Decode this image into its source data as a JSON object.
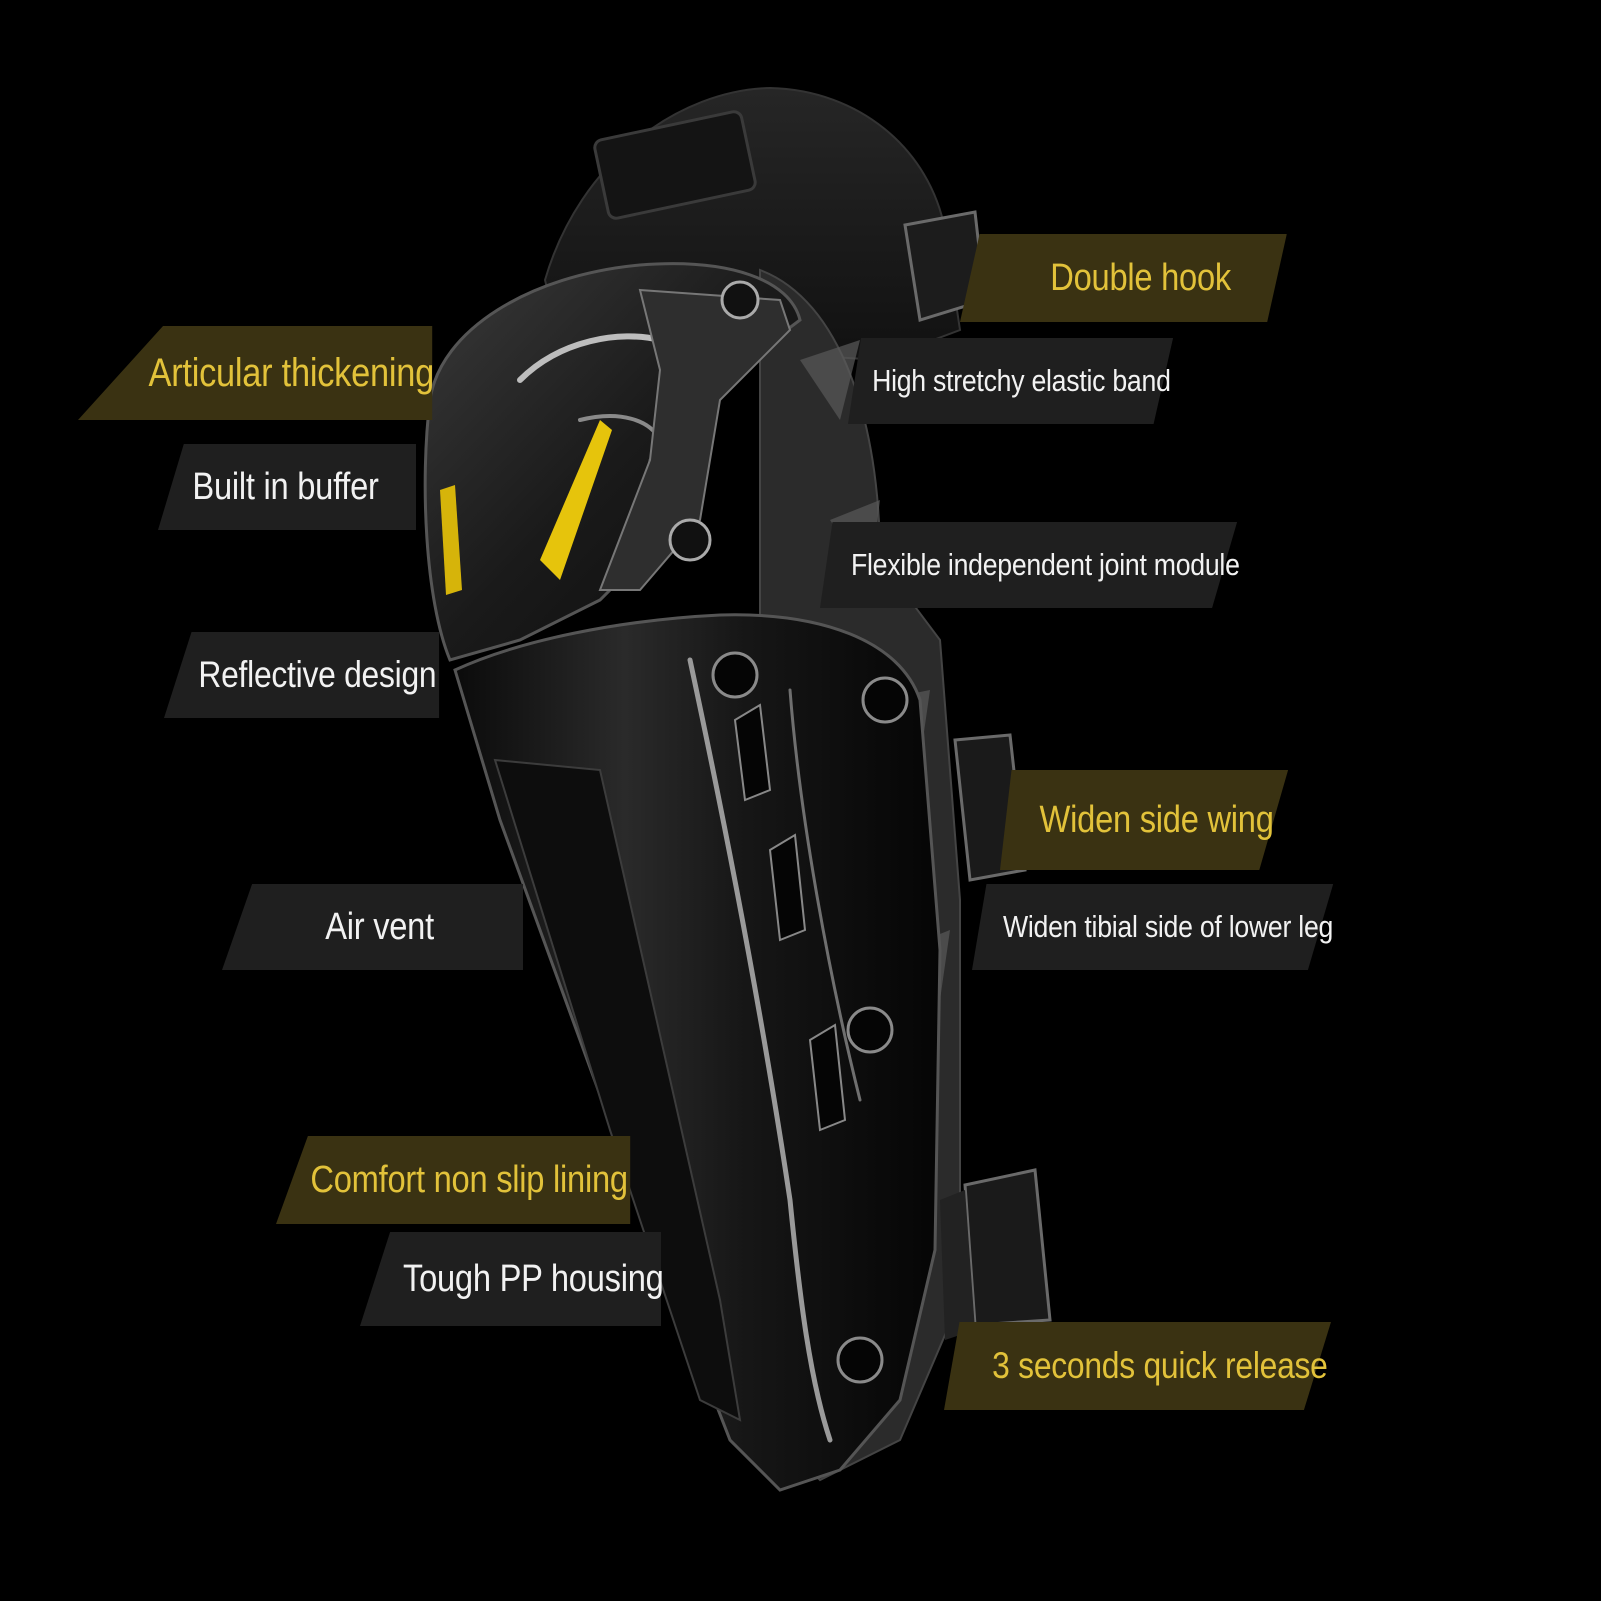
{
  "labels": {
    "double_hook": "Double hook",
    "elastic_band": "High stretchy elastic band",
    "articular": "Articular thickening",
    "buffer": "Built in buffer",
    "joint_module": "Flexible independent joint module",
    "reflective": "Reflective design",
    "side_wing": "Widen side wing",
    "tibial": "Widen tibial side of lower leg",
    "air_vent": "Air vent",
    "lining": "Comfort non slip lining",
    "housing": "Tough PP housing",
    "quick_release": "3 seconds quick release"
  },
  "colors": {
    "background": "#000000",
    "gold_band": "#3a3212",
    "gold_text": "#e2c23a",
    "dark_band": "#1f1f1f",
    "light_text": "#f2f2f2",
    "reflector": "#e6c40c"
  }
}
